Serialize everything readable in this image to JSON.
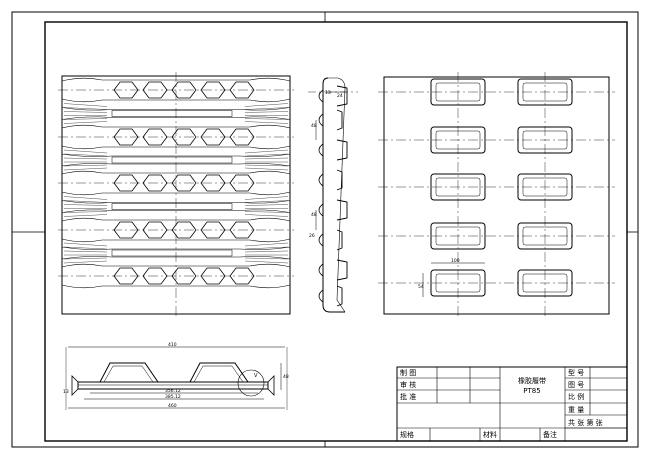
{
  "title_block": {
    "rows": [
      {
        "label": "制 图"
      },
      {
        "label": "审 核"
      },
      {
        "label": "批 准"
      }
    ],
    "part_name": "橡胶履带",
    "part_code": "PT85",
    "right_labels": [
      "型 号",
      "图 号",
      "比 例",
      "重 量",
      "共 张 第 张"
    ],
    "bottom_labels": [
      "规格",
      "材料",
      "备注"
    ]
  },
  "dimensions": {
    "profile_top": "13",
    "profile_top2": "24",
    "profile_mid1": "48",
    "profile_mid2": "48",
    "profile_mid3": "26",
    "pad_width": "100",
    "pad_height": "54",
    "section_overall": "410",
    "section_inner1": "356.12",
    "section_inner2": "385.12",
    "section_total": "460",
    "section_height": "48",
    "section_left": "13",
    "section_view_mark": "V"
  },
  "colors": {
    "line": "#000000",
    "paper": "#ffffff"
  }
}
